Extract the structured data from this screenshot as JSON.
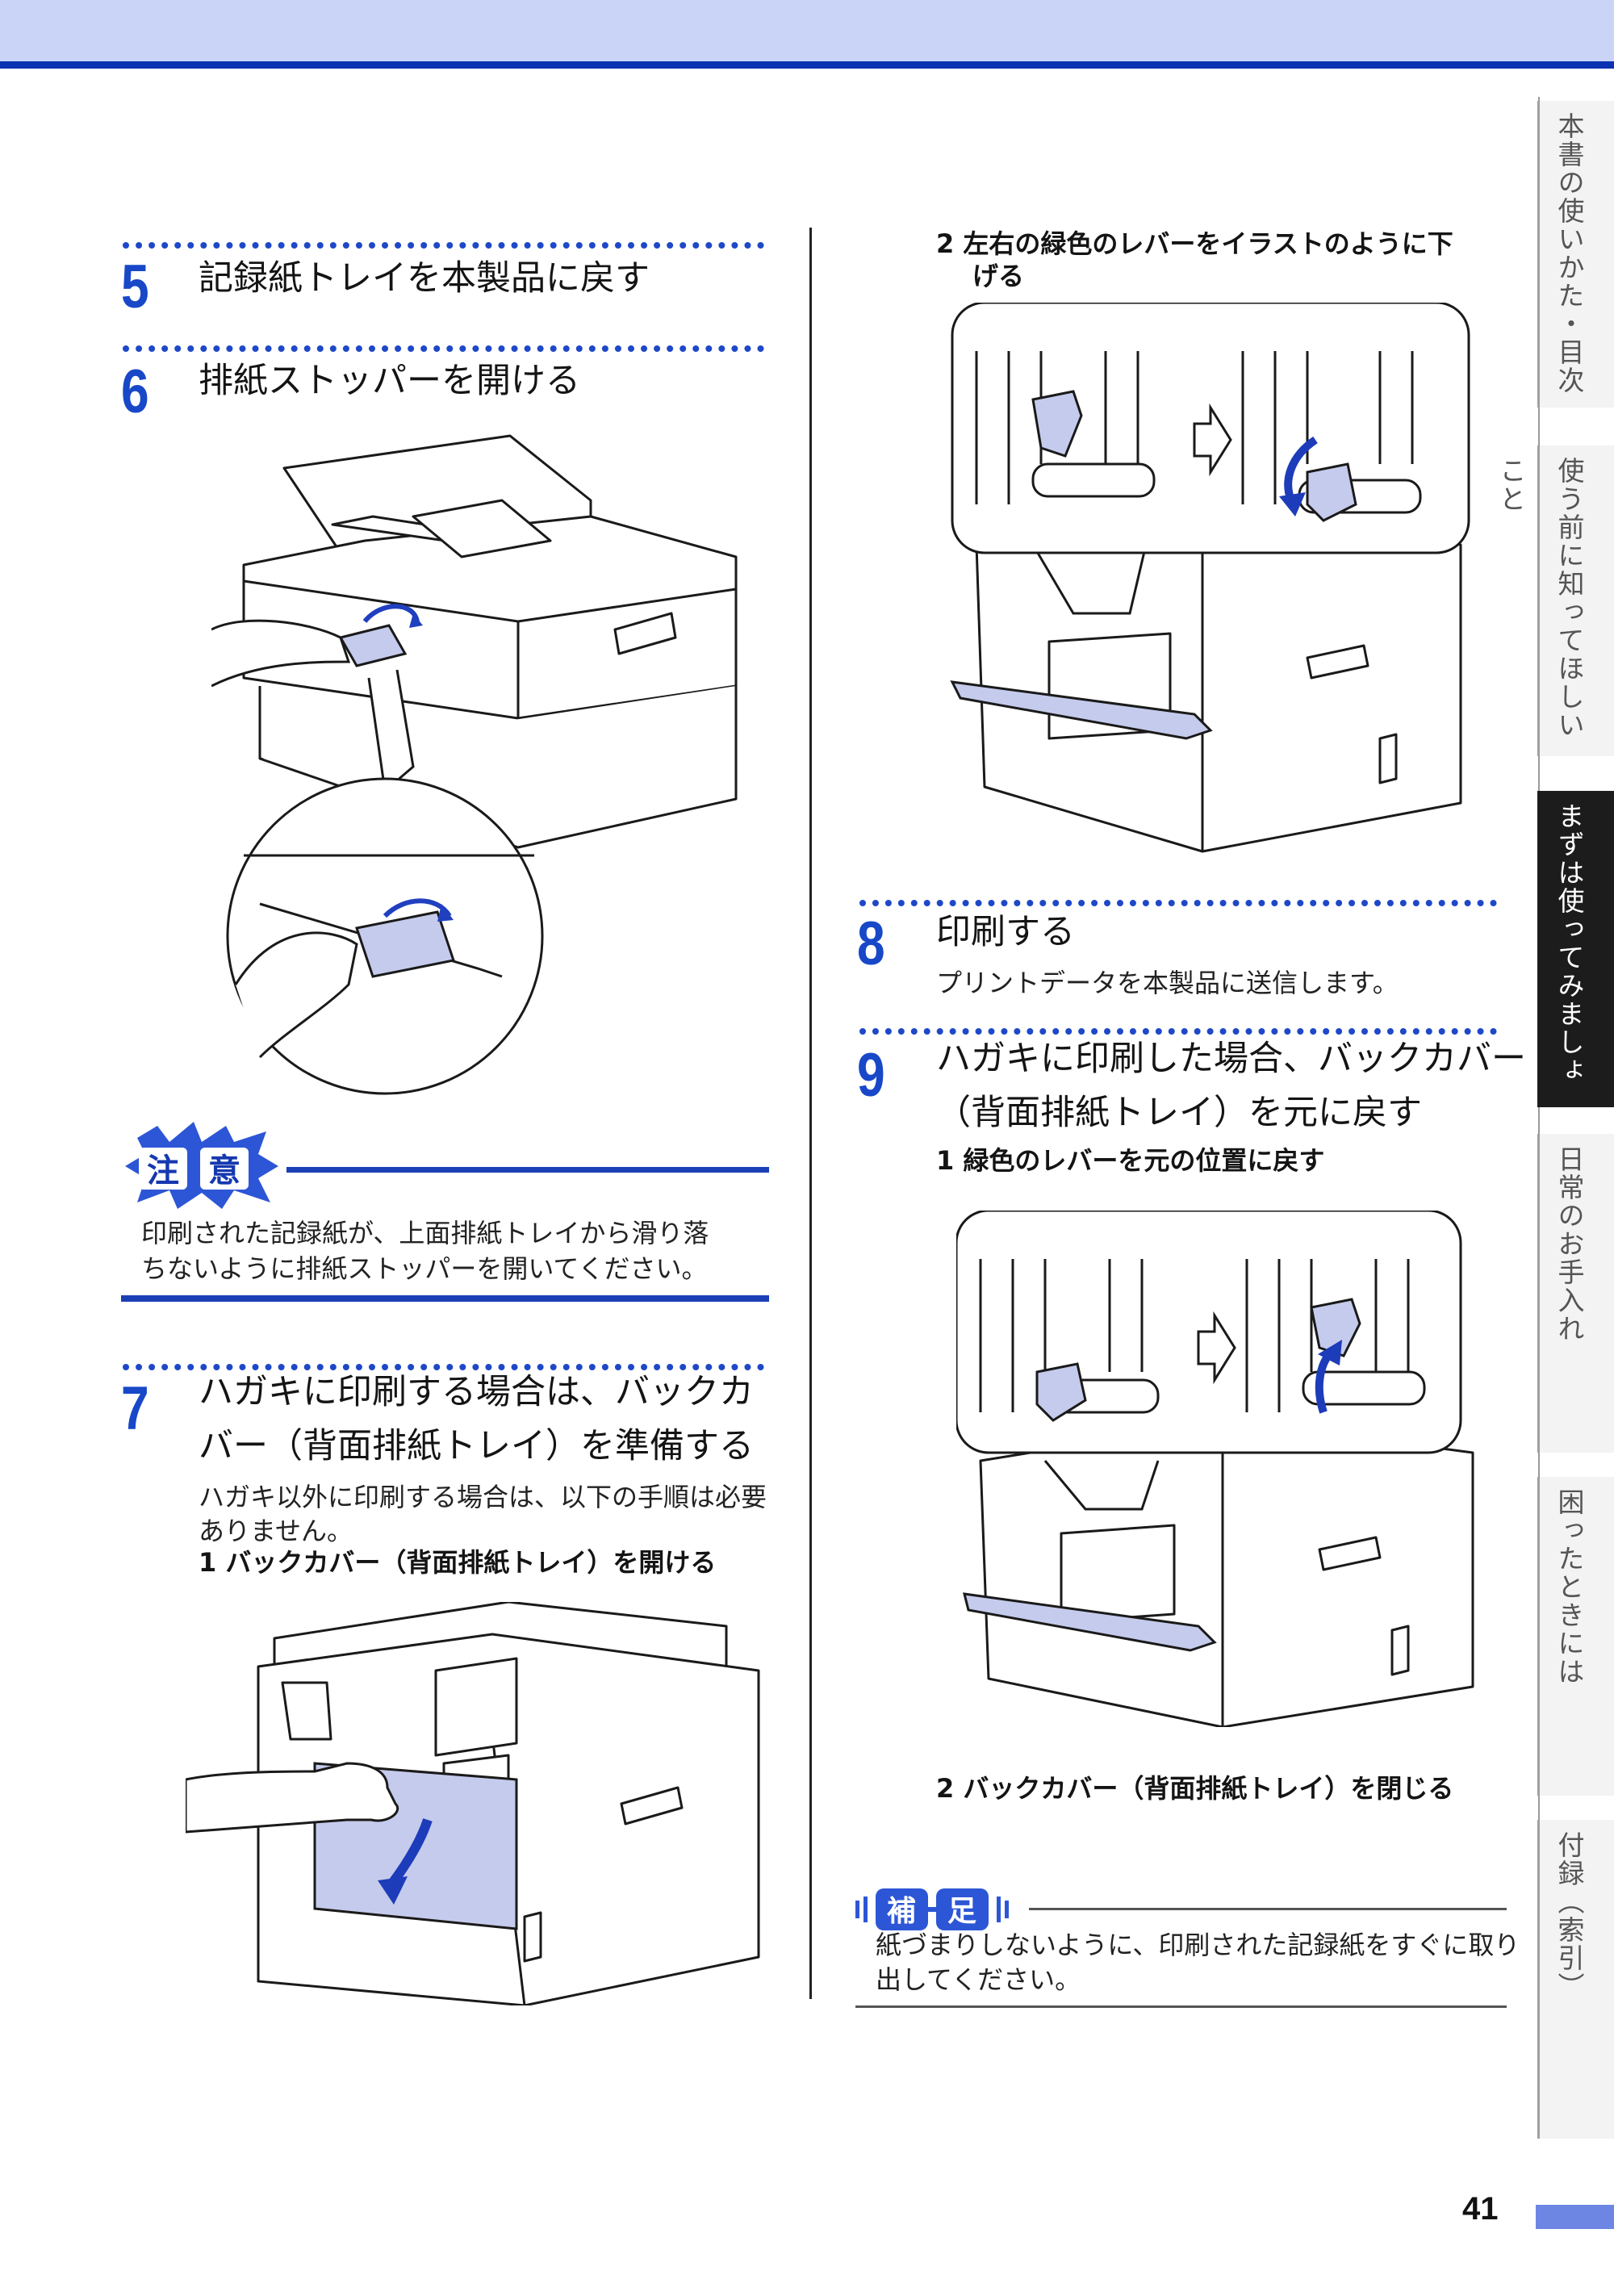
{
  "side_tabs": [
    {
      "label": "本書の使いかた・目次",
      "active": false
    },
    {
      "label": "使う前に知ってほしいこと",
      "active": false
    },
    {
      "label": "まずは使ってみましょう",
      "active": true
    },
    {
      "label": "日常のお手入れ",
      "active": false
    },
    {
      "label": "困ったときには",
      "active": false
    },
    {
      "label": "付録（索引）",
      "active": false
    }
  ],
  "steps": {
    "s5": {
      "num": "5",
      "title": "記録紙トレイを本製品に戻す"
    },
    "s6": {
      "num": "6",
      "title": "排紙ストッパーを開ける"
    },
    "s7": {
      "num": "7",
      "title_line1": "ハガキに印刷する場合は、バックカ",
      "title_line2": "バー（背面排紙トレイ）を準備する",
      "desc": "ハガキ以外に印刷する場合は、以下の手順は必要ありません。",
      "sub1": "1  バックカバー（背面排紙トレイ）を開ける"
    },
    "s7b": {
      "sub2_line1": "2  左右の緑色のレバーをイラストのように下",
      "sub2_line2": "げる"
    },
    "s8": {
      "num": "8",
      "title": "印刷する",
      "desc": "プリントデータを本製品に送信します。"
    },
    "s9": {
      "num": "9",
      "title_line1": "ハガキに印刷した場合、バックカバー",
      "title_line2": "（背面排紙トレイ）を元に戻す",
      "sub1": "1  緑色のレバーを元の位置に戻す",
      "sub2": "2  バックカバー（背面排紙トレイ）を閉じる"
    }
  },
  "caution": {
    "badge": "注意",
    "text_line1": "印刷された記録紙が、上面排紙トレイから滑り落",
    "text_line2": "ちないように排紙ストッパーを開いてください。"
  },
  "note": {
    "badge": "補足",
    "text_line1": "紙づまりしないように、印刷された記録紙をすぐに取り",
    "text_line2": "出してください。"
  },
  "page_number": "41",
  "colors": {
    "accent": "#1848c8",
    "band": "#c9d4f7",
    "cover": "#c5cbec",
    "tab_active": "#1c1c1c"
  }
}
